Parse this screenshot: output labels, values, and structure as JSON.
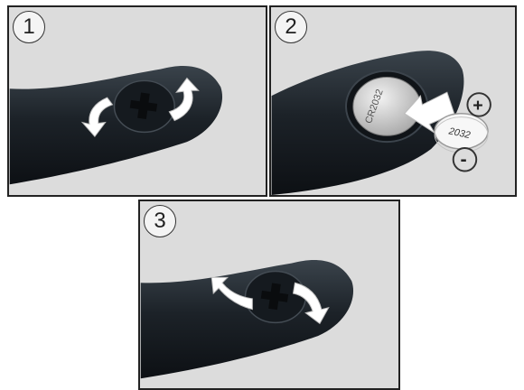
{
  "steps": [
    {
      "number": "1",
      "action": "rotate-counterclockwise"
    },
    {
      "number": "2",
      "action": "insert-battery"
    },
    {
      "number": "3",
      "action": "rotate-clockwise"
    }
  ],
  "battery": {
    "face_text": "CR2032",
    "coin_text": "2032",
    "plus_symbol": "+",
    "minus_symbol": "-"
  },
  "colors": {
    "panel_background": "#dcdcdc",
    "remote_body": "#1c2228",
    "arrow": "#ffffff",
    "battery": "#d8d8d8"
  }
}
